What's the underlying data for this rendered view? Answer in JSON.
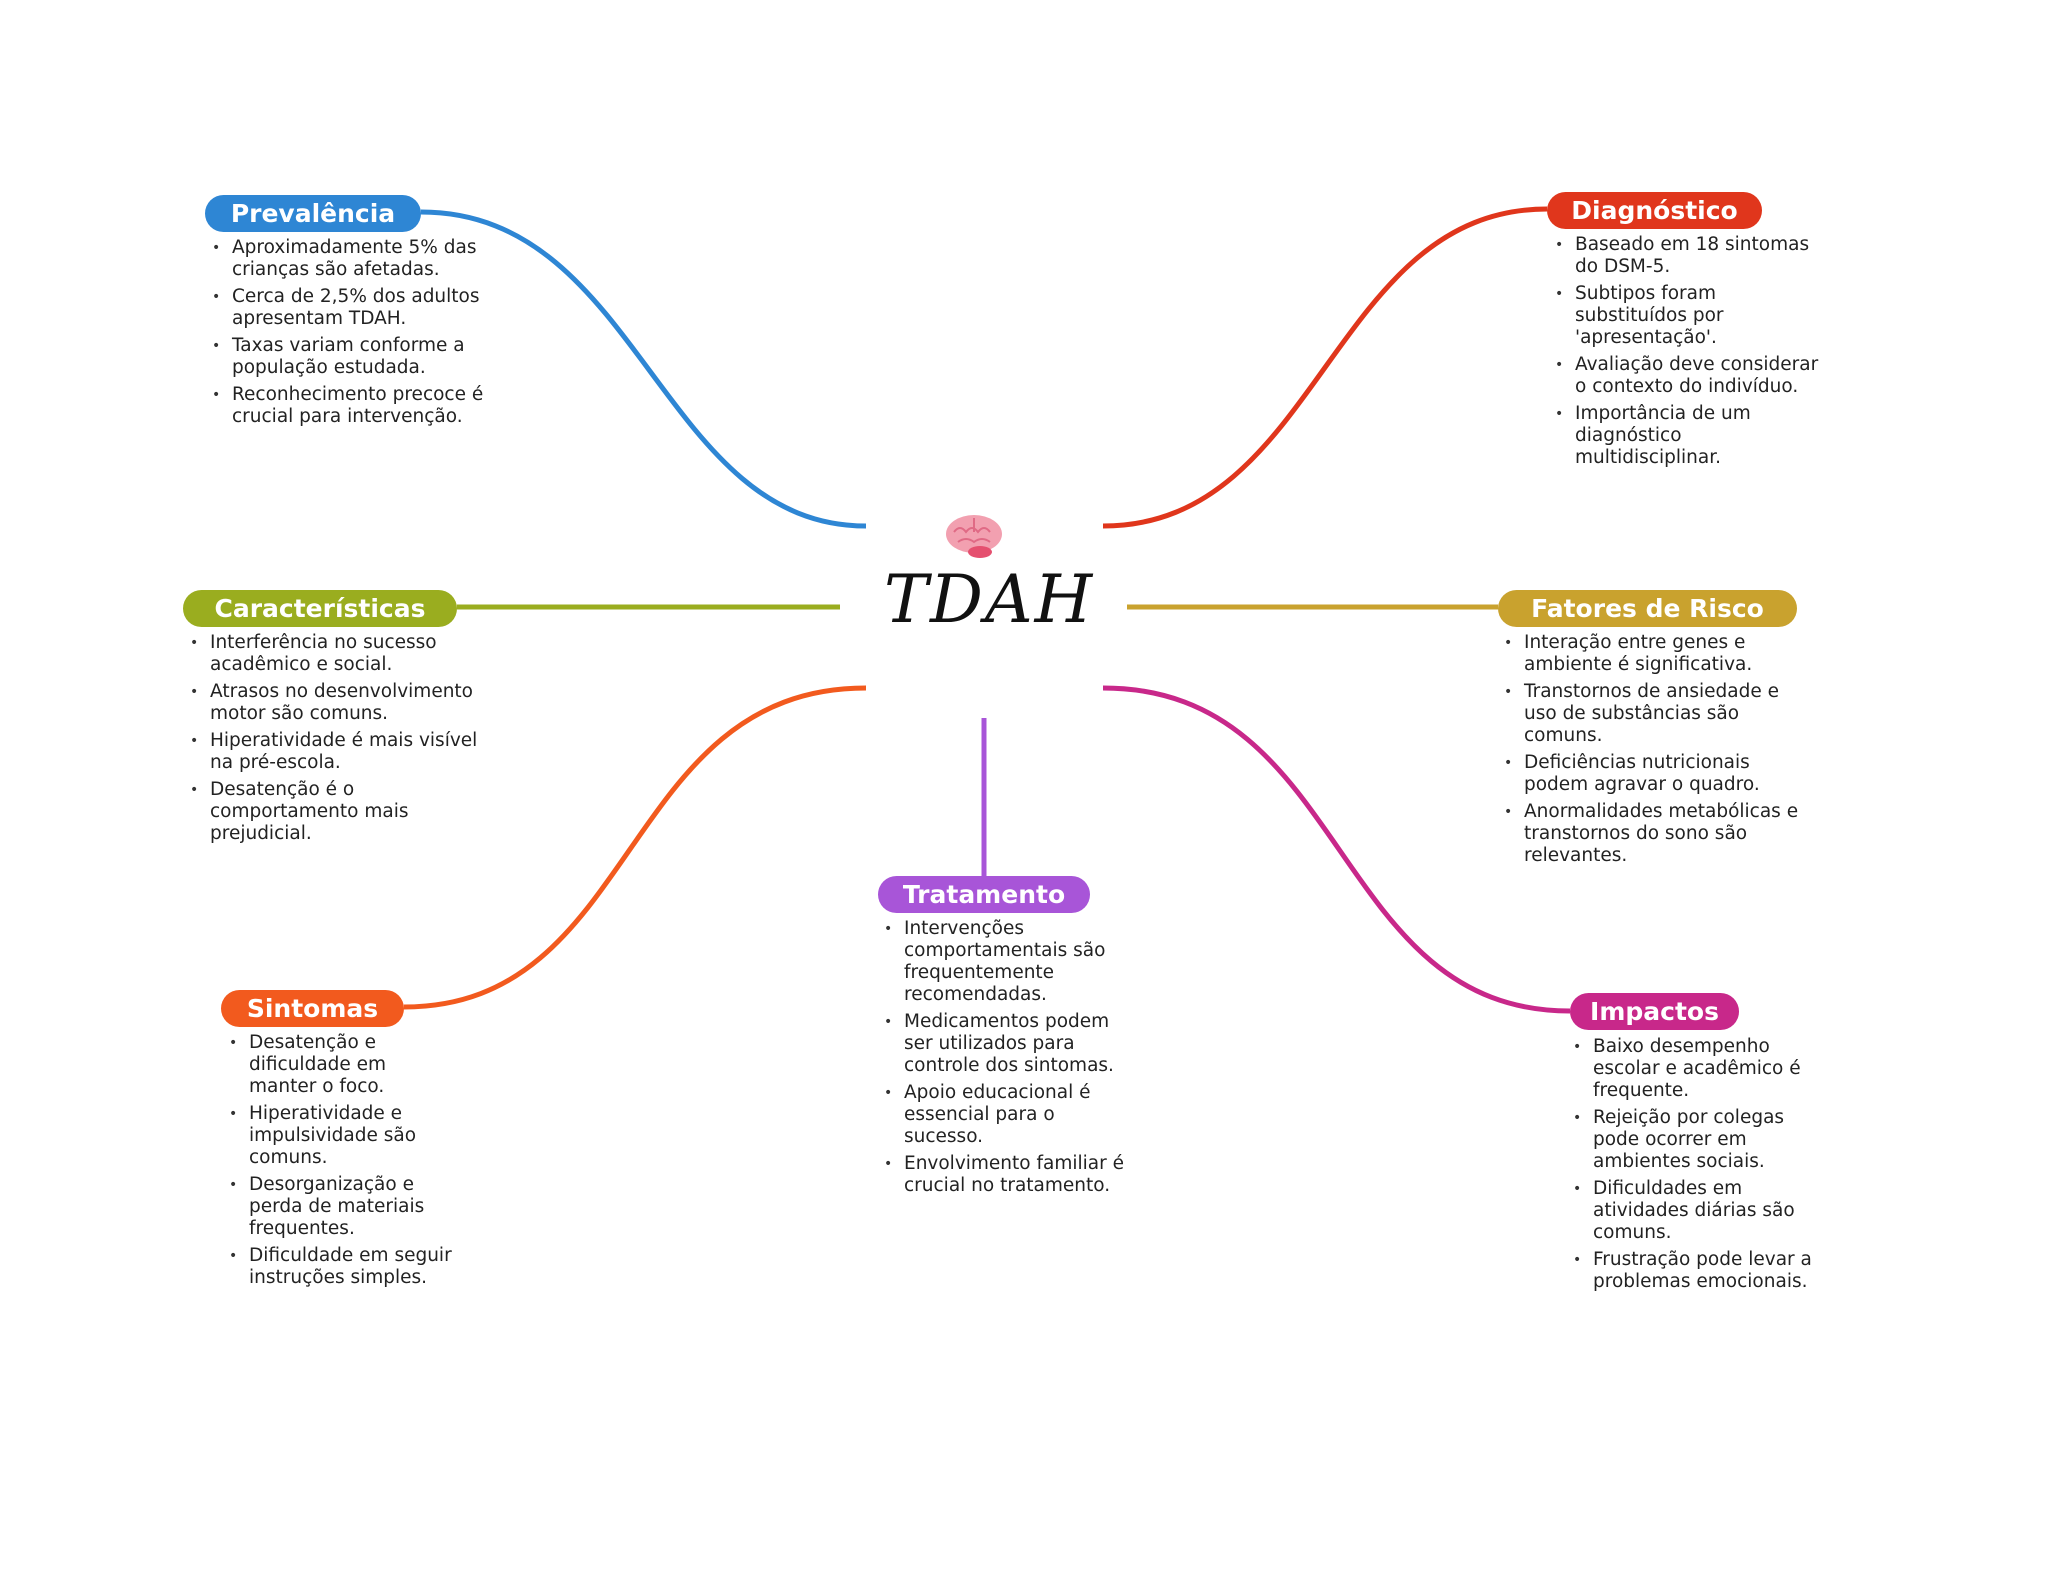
{
  "center": {
    "title": "TDAH",
    "icon": "brain-icon"
  },
  "branches": [
    {
      "id": "prevalencia",
      "title": "Prevalência",
      "color": "#2e86d4",
      "items": [
        "Aproximadamente 5% das crianças são afetadas.",
        "Cerca de 2,5% dos adultos apresentam TDAH.",
        "Taxas variam conforme a população estudada.",
        "Reconhecimento precoce é crucial para intervenção."
      ]
    },
    {
      "id": "diagnostico",
      "title": "Diagnóstico",
      "color": "#e0361c",
      "items": [
        "Baseado em 18 sintomas do DSM-5.",
        "Subtipos foram substituídos por 'apresentação'.",
        "Avaliação deve considerar o contexto do indivíduo.",
        "Importância de um diagnóstico multidisciplinar."
      ]
    },
    {
      "id": "caracteristicas",
      "title": "Características",
      "color": "#9aad1f",
      "items": [
        "Interferência no sucesso acadêmico e social.",
        "Atrasos no desenvolvimento motor são comuns.",
        "Hiperatividade é mais visível na pré-escola.",
        "Desatenção é o comportamento mais prejudicial."
      ]
    },
    {
      "id": "fatores",
      "title": "Fatores de Risco",
      "color": "#c9a22e",
      "items": [
        "Interação entre genes e ambiente é significativa.",
        "Transtornos de ansiedade e uso de substâncias são comuns.",
        "Deficiências nutricionais podem agravar o quadro.",
        "Anormalidades metabólicas e transtornos do sono são relevantes."
      ]
    },
    {
      "id": "sintomas",
      "title": "Sintomas",
      "color": "#f25a1e",
      "items": [
        "Desatenção e dificuldade em manter o foco.",
        "Hiperatividade e impulsividade são comuns.",
        "Desorganização e perda de materiais frequentes.",
        "Dificuldade em seguir instruções simples."
      ]
    },
    {
      "id": "tratamento",
      "title": "Tratamento",
      "color": "#a855d8",
      "items": [
        "Intervenções comportamentais são frequentemente recomendadas.",
        "Medicamentos podem ser utilizados para controle dos sintomas.",
        "Apoio educacional é essencial para o sucesso.",
        "Envolvimento familiar é crucial no tratamento."
      ]
    },
    {
      "id": "impactos",
      "title": "Impactos",
      "color": "#c8288a",
      "items": [
        "Baixo desempenho escolar e acadêmico é frequente.",
        "Rejeição por colegas pode ocorrer em ambientes sociais.",
        "Dificuldades em atividades diárias são comuns.",
        "Frustração pode levar a problemas emocionais."
      ]
    }
  ]
}
